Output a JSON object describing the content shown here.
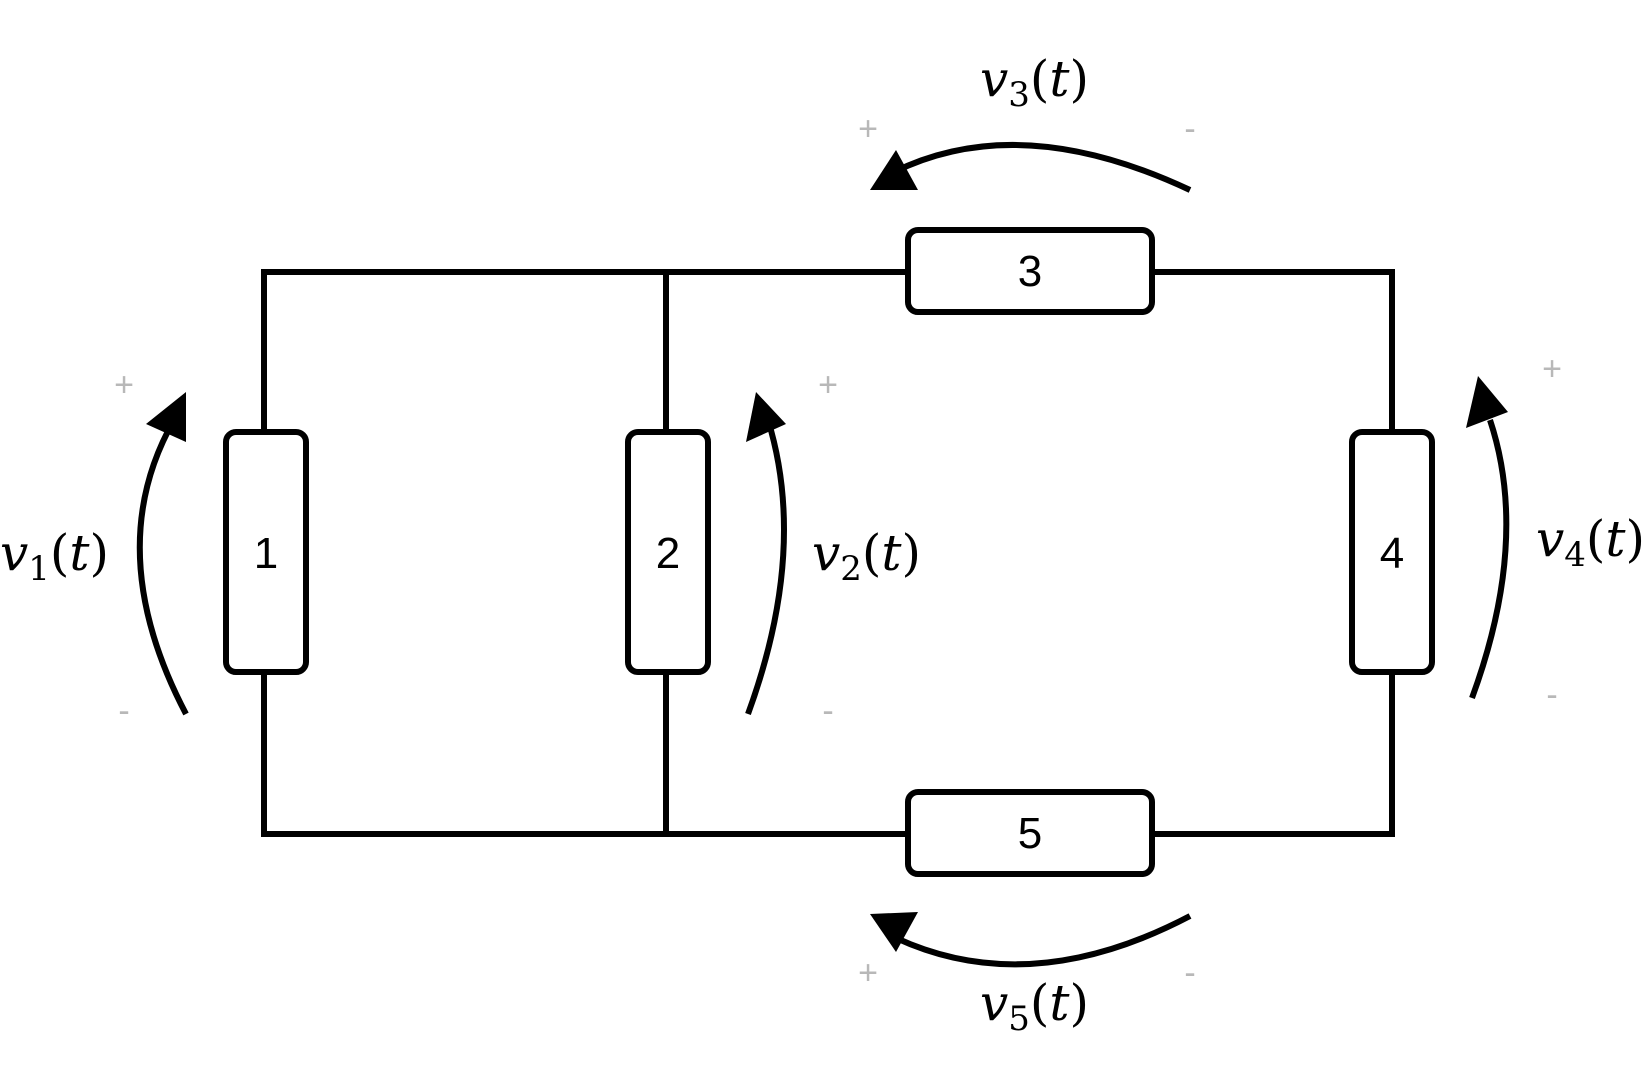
{
  "elements": [
    {
      "label": "1"
    },
    {
      "label": "2"
    },
    {
      "label": "3"
    },
    {
      "label": "4"
    },
    {
      "label": "5"
    }
  ],
  "voltages": [
    {
      "symbol": "v",
      "subscript": "1",
      "arg": "t",
      "plus": "+",
      "minus": "-"
    },
    {
      "symbol": "v",
      "subscript": "2",
      "arg": "t",
      "plus": "+",
      "minus": "-"
    },
    {
      "symbol": "v",
      "subscript": "3",
      "arg": "t",
      "plus": "+",
      "minus": "-"
    },
    {
      "symbol": "v",
      "subscript": "4",
      "arg": "t",
      "plus": "+",
      "minus": "-"
    },
    {
      "symbol": "v",
      "subscript": "5",
      "arg": "t",
      "plus": "+",
      "minus": "-"
    }
  ]
}
